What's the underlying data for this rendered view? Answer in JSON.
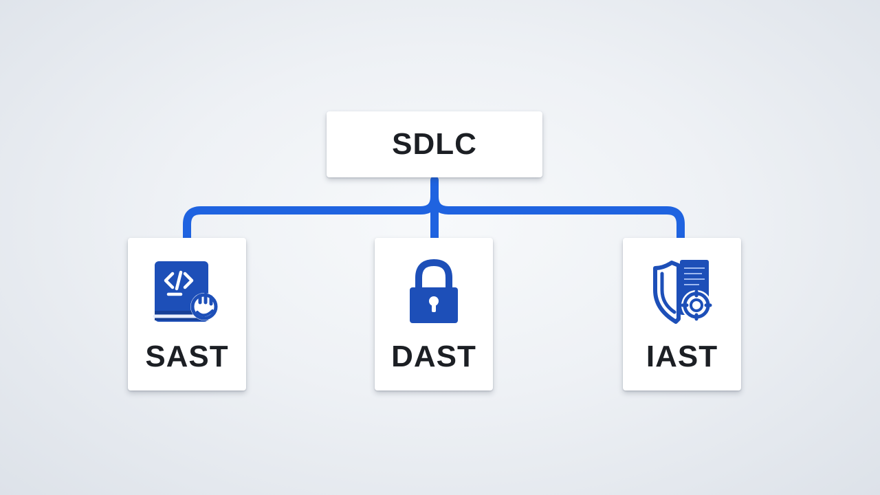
{
  "diagram": {
    "root": {
      "label": "SDLC"
    },
    "children": [
      {
        "label": "SAST",
        "icon": "code-editor-icon"
      },
      {
        "label": "DAST",
        "icon": "padlock-icon"
      },
      {
        "label": "IAST",
        "icon": "shield-gear-icon"
      }
    ],
    "colors": {
      "connector": "#1f63e0",
      "icon_primary": "#1d4fb8",
      "text": "#1c1f24"
    }
  }
}
